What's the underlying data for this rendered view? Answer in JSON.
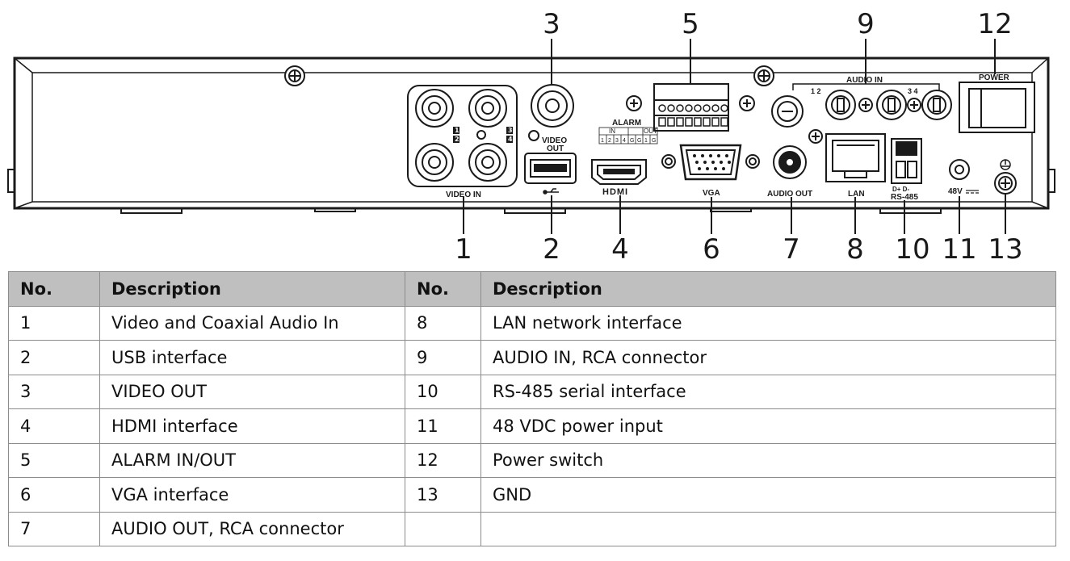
{
  "callouts": {
    "n1": "1",
    "n2": "2",
    "n3": "3",
    "n4": "4",
    "n5": "5",
    "n6": "6",
    "n7": "7",
    "n8": "8",
    "n9": "9",
    "n10": "10",
    "n11": "11",
    "n12": "12",
    "n13": "13"
  },
  "panel_labels": {
    "video_in": "VIDEO IN",
    "video_out_1": "VIDEO",
    "video_out_2": "OUT",
    "alarm": "ALARM",
    "alarm_in": "IN",
    "alarm_out": "OUT",
    "alarm_pins": [
      "1",
      "2",
      "3",
      "4",
      "G",
      "G",
      "1",
      "G"
    ],
    "hdmi": "HDMI",
    "vga": "VGA",
    "audio_out": "AUDIO OUT",
    "lan": "LAN",
    "audio_in": "AUDIO IN",
    "audio_in_12": "1 2",
    "audio_in_34": "3 4",
    "rs485": "RS-485",
    "rs485_pins": "D+ D-",
    "power": "POWER",
    "v48": "48V",
    "video_in_nums": [
      "1",
      "2",
      "3",
      "4"
    ]
  },
  "table": {
    "headers": [
      "No.",
      "Description",
      "No.",
      "Description"
    ],
    "rows": [
      [
        "1",
        "Video and Coaxial Audio In",
        "8",
        "LAN network interface"
      ],
      [
        "2",
        "USB interface",
        "9",
        "AUDIO IN, RCA connector"
      ],
      [
        "3",
        "VIDEO OUT",
        "10",
        "RS-485 serial interface"
      ],
      [
        "4",
        "HDMI interface",
        "11",
        "48 VDC power input"
      ],
      [
        "5",
        "ALARM IN/OUT",
        "12",
        "Power switch"
      ],
      [
        "6",
        "VGA interface",
        "13",
        "GND"
      ],
      [
        "7",
        "AUDIO OUT, RCA connector",
        "",
        ""
      ]
    ]
  }
}
